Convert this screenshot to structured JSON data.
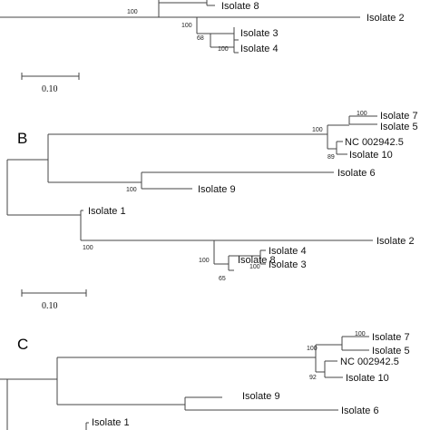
{
  "panels": {
    "A": {
      "scale_label": "0.10",
      "leaves": {
        "isolate8": "Isolate 8",
        "isolate2": "Isolate 2",
        "isolate3": "Isolate 3",
        "isolate4": "Isolate 4"
      },
      "bootstraps": {
        "b1": "100",
        "b2": "100",
        "b3": "68",
        "b4": "100"
      }
    },
    "B": {
      "letter": "B",
      "scale_label": "0.10",
      "leaves": {
        "isolate7": "Isolate 7",
        "isolate5": "Isolate 5",
        "nc": "NC 002942.5",
        "isolate10": "Isolate 10",
        "isolate6": "Isolate 6",
        "isolate9": "Isolate 9",
        "isolate1": "Isolate 1",
        "isolate2": "Isolate 2",
        "isolate8": "Isolate 8",
        "isolate4": "Isolate 4",
        "isolate3": "Isolate 3"
      },
      "bootstraps": {
        "b1": "100",
        "b2": "100",
        "b3": "89",
        "b4": "100",
        "b5": "100",
        "b6": "100",
        "b7": "65",
        "b8": "100"
      }
    },
    "C": {
      "letter": "C",
      "leaves": {
        "isolate7": "Isolate 7",
        "isolate5": "Isolate 5",
        "nc": "NC 002942.5",
        "isolate10": "Isolate 10",
        "isolate9": "Isolate 9",
        "isolate6": "Isolate 6",
        "isolate1": "Isolate 1"
      },
      "bootstraps": {
        "b1": "100",
        "b2": "100",
        "b3": "92"
      }
    }
  }
}
